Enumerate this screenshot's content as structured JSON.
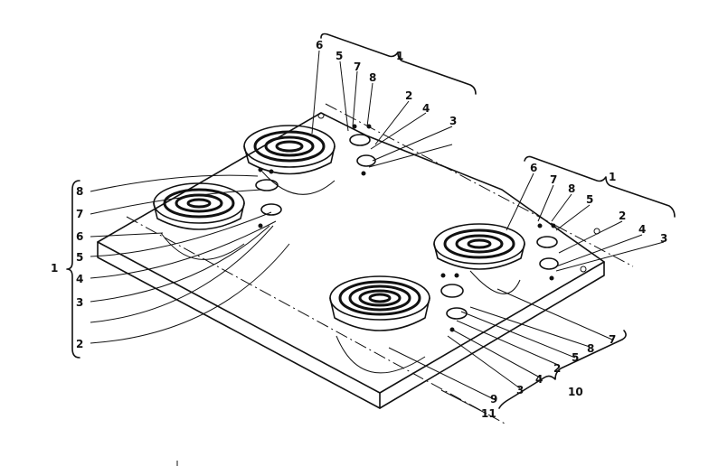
{
  "figure": {
    "background": "#ffffff",
    "ink": "#111111"
  },
  "callouts": {
    "tl_1": "1",
    "tl_2": "2",
    "tl_3": "3",
    "tl_4": "4",
    "tl_5": "5",
    "tl_6": "6",
    "tl_7": "7",
    "tl_8": "8",
    "tc_1": "1",
    "tc_2": "2",
    "tc_3": "3",
    "tc_4": "4",
    "tc_5": "5",
    "tc_6": "6",
    "tc_7": "7",
    "tc_8": "8",
    "tr_1": "1",
    "tr_2": "2",
    "tr_3": "3",
    "tr_4": "4",
    "tr_5": "5",
    "tr_6": "6",
    "tr_7": "7",
    "tr_8": "8",
    "br_2": "2",
    "br_3": "3",
    "br_4": "4",
    "br_5": "5",
    "br_7": "7",
    "br_8": "8",
    "br_9": "9",
    "br_10": "10",
    "br_11": "11"
  }
}
